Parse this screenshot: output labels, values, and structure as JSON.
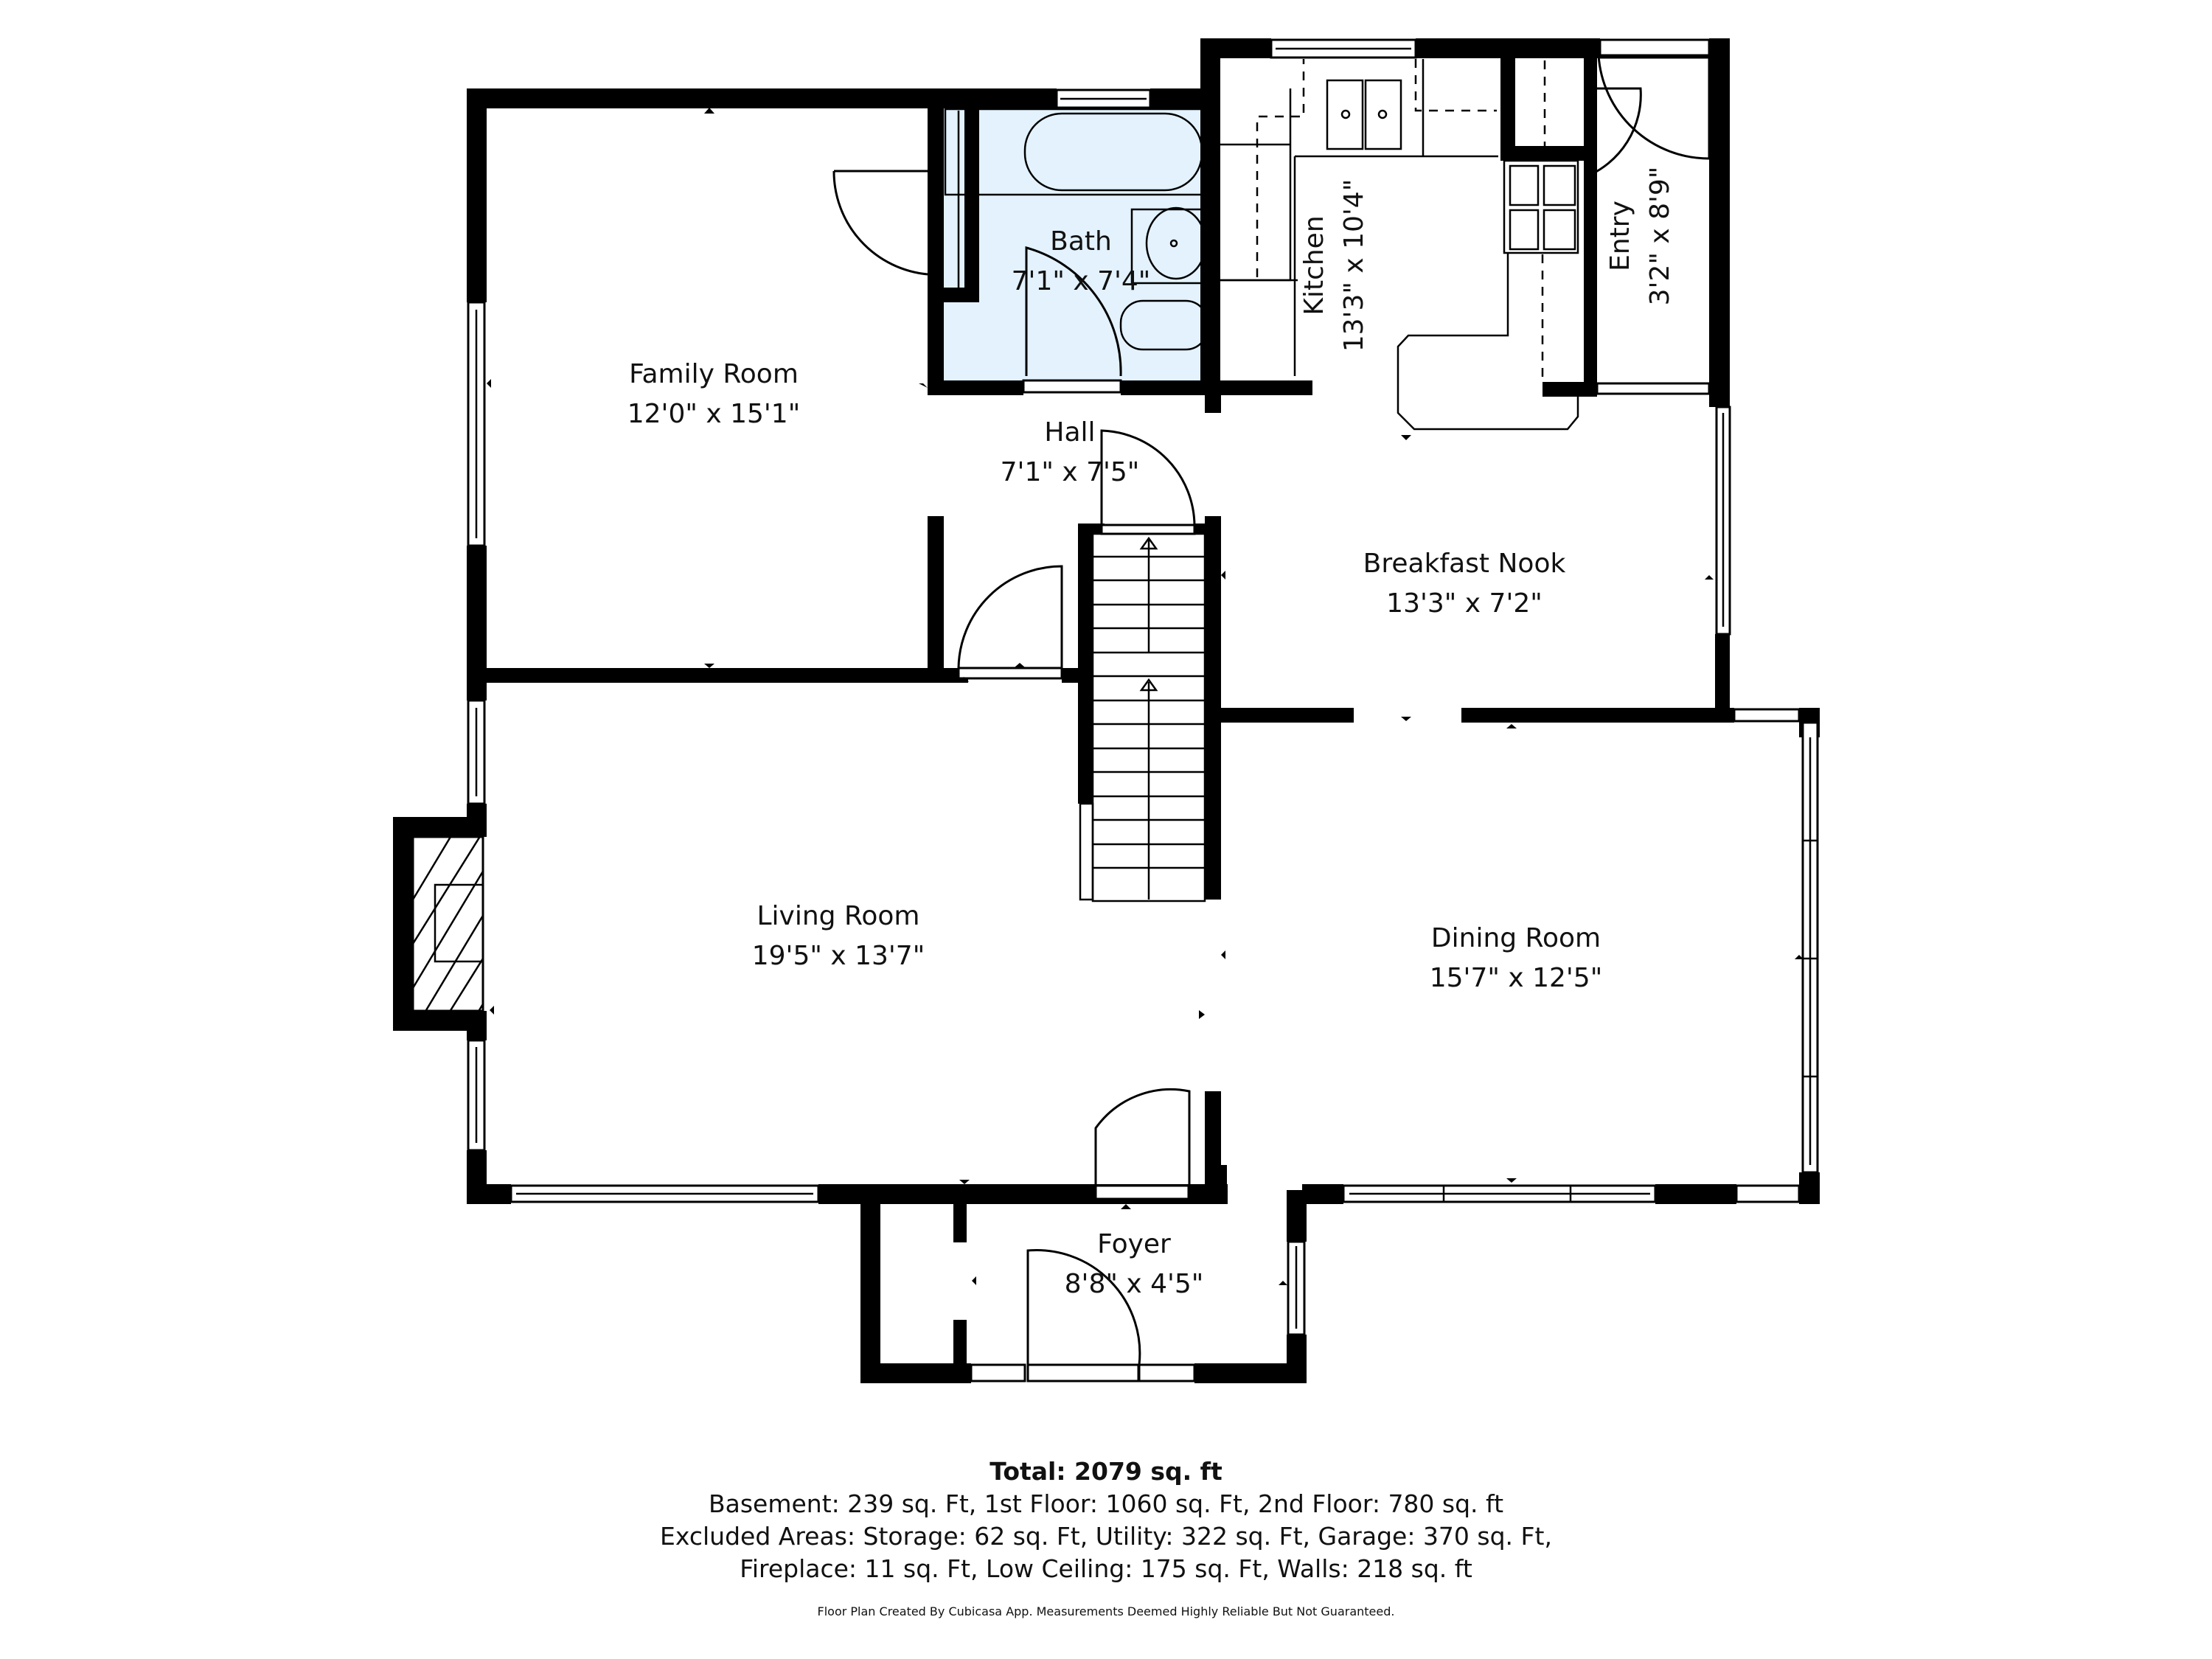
{
  "floor_plan": {
    "rooms": [
      {
        "id": "family-room",
        "name": "Family Room",
        "dims": "12'0\" x 15'1\""
      },
      {
        "id": "bath",
        "name": "Bath",
        "dims": "7'1\" x 7'4\""
      },
      {
        "id": "kitchen",
        "name": "Kitchen",
        "dims": "13'3\" x 10'4\""
      },
      {
        "id": "entry",
        "name": "Entry",
        "dims": "3'2\" x 8'9\""
      },
      {
        "id": "hall",
        "name": "Hall",
        "dims": "7'1\" x 7'5\""
      },
      {
        "id": "breakfast-nook",
        "name": "Breakfast Nook",
        "dims": "13'3\" x 7'2\""
      },
      {
        "id": "living-room",
        "name": "Living Room",
        "dims": "19'5\" x 13'7\""
      },
      {
        "id": "dining-room",
        "name": "Dining Room",
        "dims": "15'7\" x 12'5\""
      },
      {
        "id": "foyer",
        "name": "Foyer",
        "dims": "8'8\" x 4'5\""
      }
    ],
    "colors": {
      "wall": "#000000",
      "bath_fill": "#e3f2fd",
      "background": "#ffffff"
    }
  },
  "summary": {
    "total": "Total: 2079 sq. ft",
    "line1": "Basement: 239 sq. Ft, 1st Floor: 1060 sq. Ft, 2nd Floor: 780 sq. ft",
    "line2": "Excluded Areas: Storage: 62 sq. Ft, Utility: 322 sq. Ft, Garage: 370 sq. Ft,",
    "line3": "Fireplace: 11 sq. Ft, Low Ceiling: 175 sq. Ft, Walls: 218 sq. ft"
  },
  "credit": "Floor Plan Created By Cubicasa App. Measurements Deemed Highly Reliable But Not Guaranteed."
}
